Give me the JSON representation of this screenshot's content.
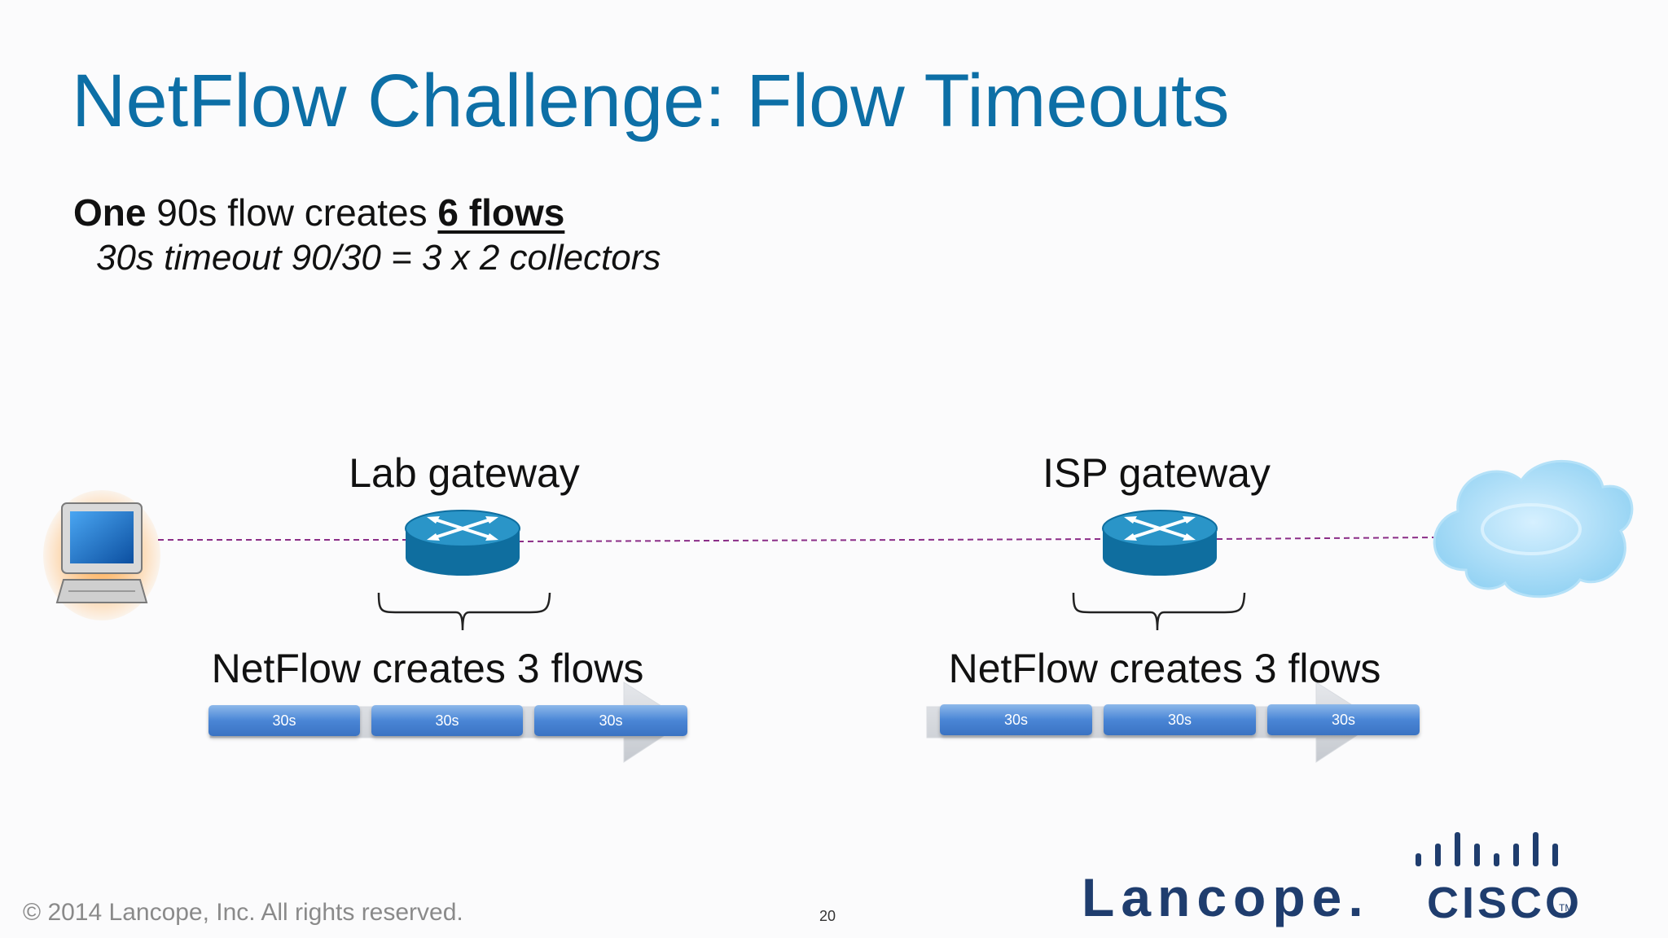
{
  "slide": {
    "title": "NetFlow Challenge: Flow Timeouts",
    "line1": {
      "part1": "One",
      "part2": " 90s flow creates ",
      "part3": "6 flows"
    },
    "line2": "30s timeout 90/30 = 3 x 2 collectors"
  },
  "diagram": {
    "lab_gateway_label": "Lab gateway",
    "isp_gateway_label": "ISP gateway",
    "lab_flows_label": "NetFlow creates 3 flows",
    "isp_flows_label": "NetFlow creates 3 flows",
    "lab_segments": [
      "30s",
      "30s",
      "30s"
    ],
    "isp_segments": [
      "30s",
      "30s",
      "30s"
    ]
  },
  "footer": {
    "copyright": "© 2014 Lancope, Inc. All rights reserved.",
    "page_number": "20",
    "lancope_logo": "Lancope.",
    "cisco_logo": "CISCO",
    "cisco_tm": "TM"
  },
  "colors": {
    "title": "#0d6fa6",
    "dashed_line": "#8b2d87",
    "router": "#1a84b8",
    "segment": "#4a86d6",
    "logo": "#1f3d6e"
  },
  "icons": [
    "computer-icon",
    "router-icon",
    "cloud-icon",
    "brace-icon",
    "arrow-icon"
  ]
}
